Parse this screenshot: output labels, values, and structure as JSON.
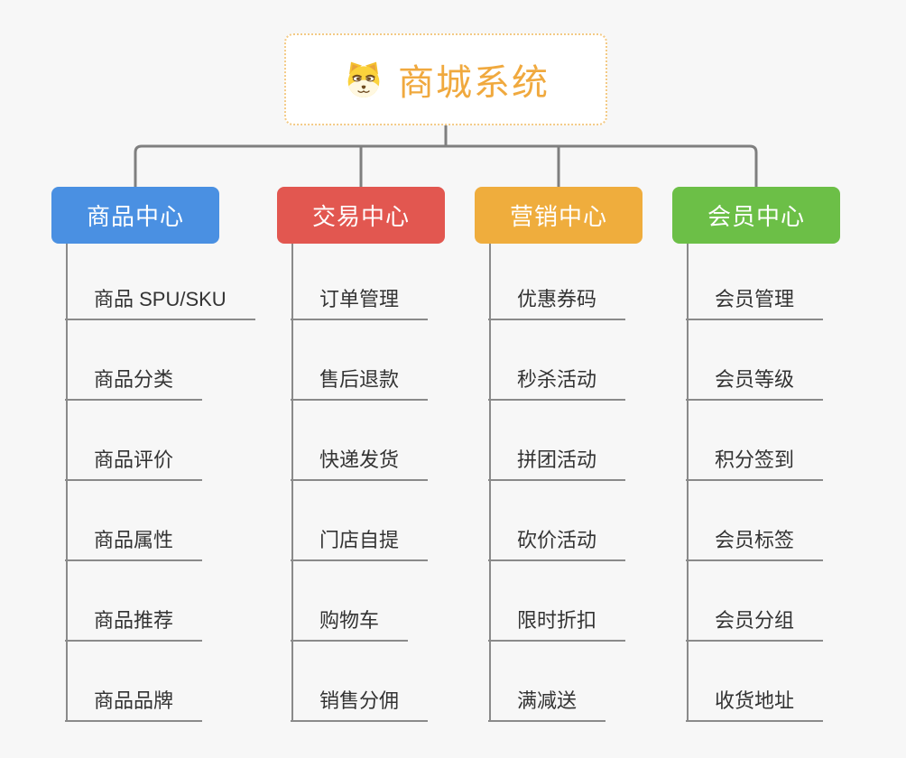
{
  "canvas": {
    "background": "#f7f7f7",
    "line_color": "#7f7f7f",
    "leaf_line_color": "#8a8a8a",
    "leaf_text_color": "#333333"
  },
  "root": {
    "label": "商城系统",
    "icon": "dog-face-icon",
    "text_color": "#f0a93e",
    "border_color": "#f3ca85",
    "background": "#ffffff"
  },
  "branches": [
    {
      "label": "商品中心",
      "color": "#4a90e2",
      "children": [
        "商品 SPU/SKU",
        "商品分类",
        "商品评价",
        "商品属性",
        "商品推荐",
        "商品品牌"
      ]
    },
    {
      "label": "交易中心",
      "color": "#e25750",
      "children": [
        "订单管理",
        "售后退款",
        "快递发货",
        "门店自提",
        "购物车",
        "销售分佣"
      ]
    },
    {
      "label": "营销中心",
      "color": "#efad3d",
      "children": [
        "优惠券码",
        "秒杀活动",
        "拼团活动",
        "砍价活动",
        "限时折扣",
        "满减送"
      ]
    },
    {
      "label": "会员中心",
      "color": "#6cbf47",
      "children": [
        "会员管理",
        "会员等级",
        "积分签到",
        "会员标签",
        "会员分组",
        "收货地址"
      ]
    }
  ]
}
